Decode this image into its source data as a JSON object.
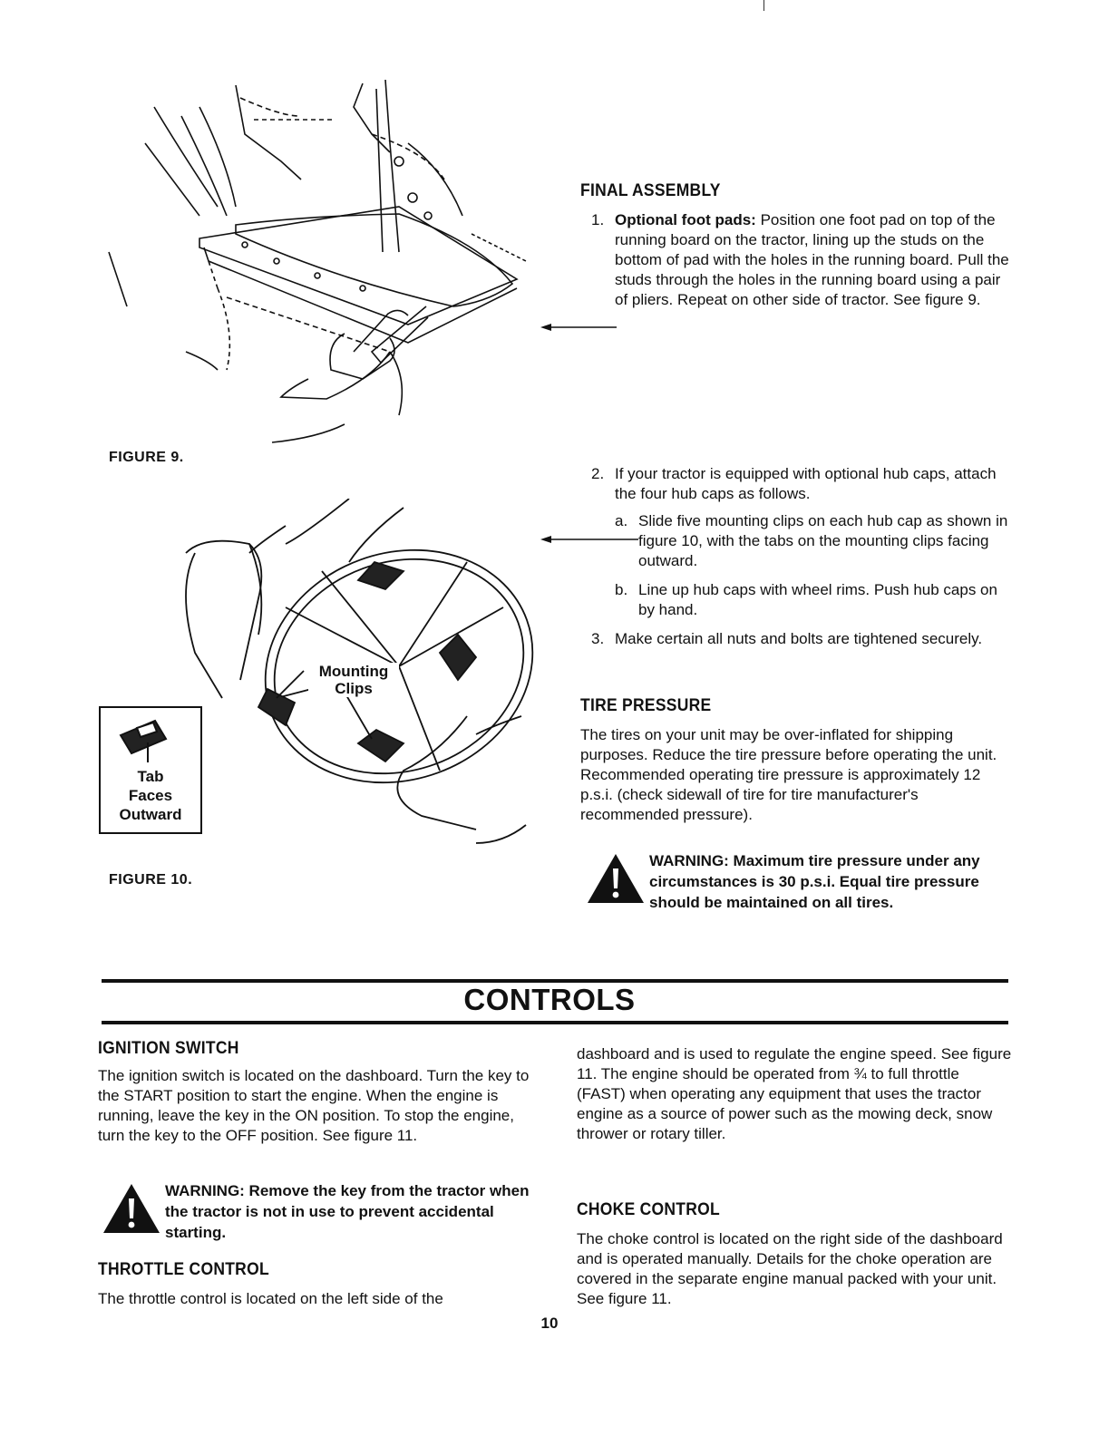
{
  "page_number": "10",
  "figure9": {
    "label": "FIGURE 9."
  },
  "figure10": {
    "label": "FIGURE 10.",
    "callout_mounting_1": "Mounting",
    "callout_mounting_2": "Clips",
    "inset_line1": "Tab",
    "inset_line2": "Faces",
    "inset_line3": "Outward"
  },
  "final_assembly": {
    "heading": "FINAL ASSEMBLY",
    "item1_num": "1.",
    "item1_bold": "Optional foot pads:",
    "item1_text": "Position one foot pad on top of the running board on the tractor, lining up the studs on the bottom of pad with the holes in the running board. Pull the studs through the holes in the running board using a pair of pliers. Repeat on other side of tractor. See figure 9.",
    "item2_num": "2.",
    "item2_text": "If your tractor is equipped with optional hub caps, attach the four hub caps as follows.",
    "item2a_num": "a.",
    "item2a_text": "Slide five mounting clips on each hub cap as shown in figure 10, with the tabs on the mounting clips facing outward.",
    "item2b_num": "b.",
    "item2b_text": "Line up hub caps with wheel rims. Push hub caps on by hand.",
    "item3_num": "3.",
    "item3_text": "Make certain all nuts and bolts are tightened securely."
  },
  "tire_pressure": {
    "heading": "TIRE PRESSURE",
    "text": "The tires on your unit may be over-inflated for shipping purposes. Reduce the tire pressure before operating the unit. Recommended operating tire pressure is approximately 12 p.s.i. (check sidewall of tire for tire manufacturer's recommended pressure).",
    "warning": "WARNING: Maximum tire pressure under any circumstances is 30 p.s.i. Equal tire pressure should be maintained on all tires."
  },
  "controls": {
    "title": "CONTROLS",
    "ignition_heading": "IGNITION SWITCH",
    "ignition_text": "The ignition switch is located on the dashboard. Turn the key to the START position to start the engine. When the engine is running, leave the key in the ON position. To stop the engine, turn the key to the OFF position. See figure 11.",
    "ignition_warning": "WARNING: Remove the key from the tractor when the tractor is not in use to prevent accidental starting.",
    "throttle_heading": "THROTTLE CONTROL",
    "throttle_text_col1": "The throttle control is located on the left side of the",
    "throttle_text_col2": "dashboard and is used to regulate the engine speed. See figure 11. The engine should be operated from ¾ to full throttle (FAST) when operating any equipment that uses the tractor engine as a source of power such as the mowing deck, snow thrower or rotary tiller.",
    "choke_heading": "CHOKE CONTROL",
    "choke_text": "The choke control is located on the right side of the dashboard and is operated manually. Details for the choke operation are covered in the separate engine manual packed with your unit. See figure 11."
  }
}
